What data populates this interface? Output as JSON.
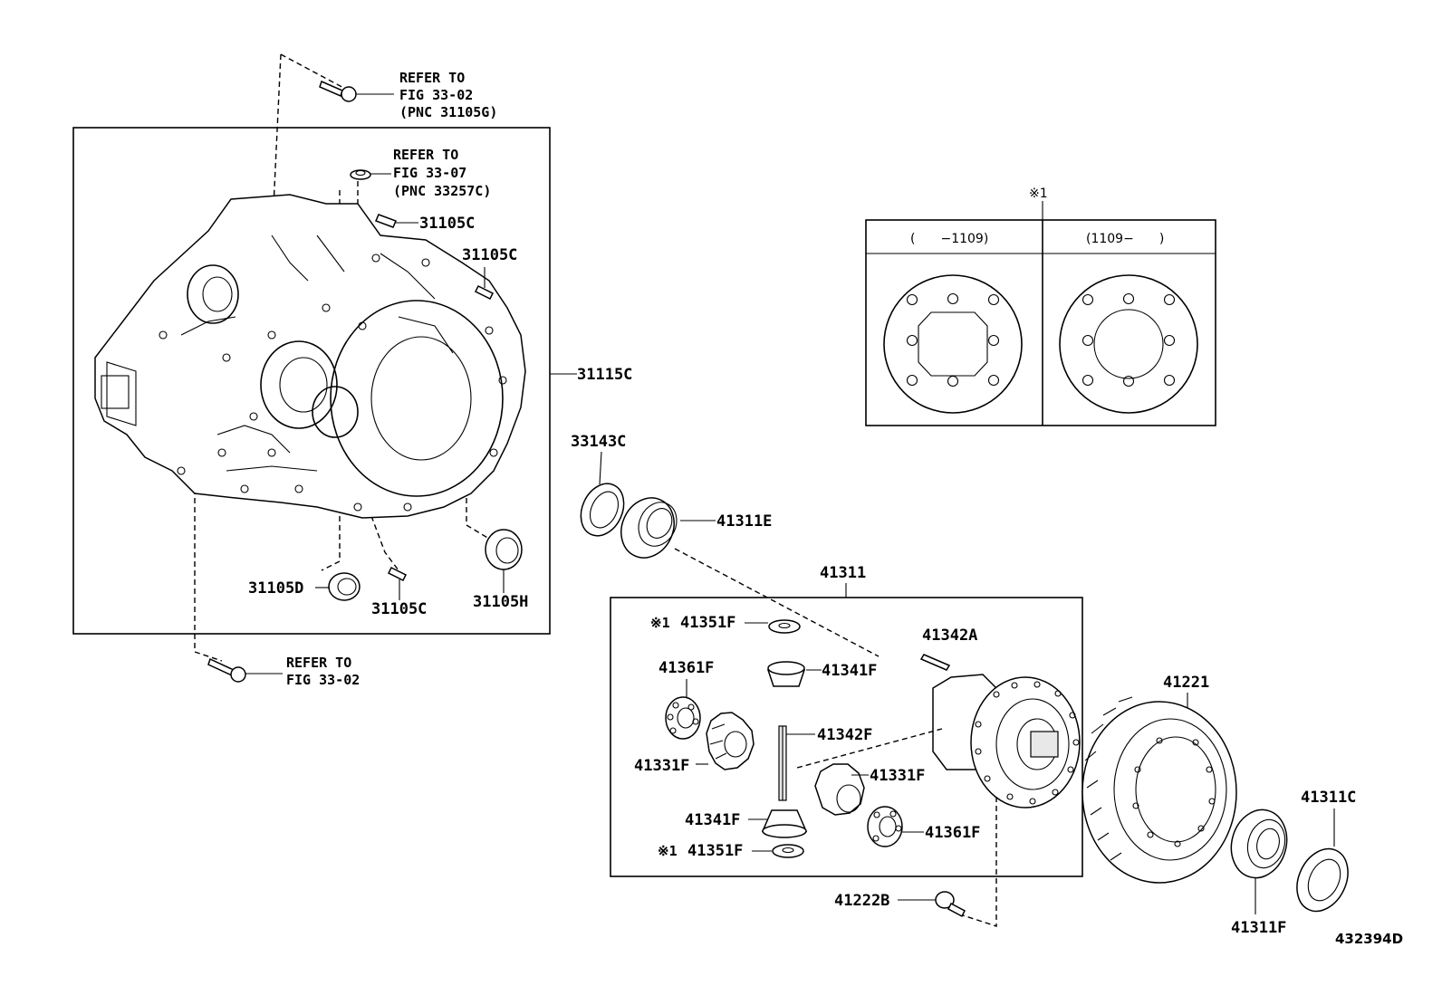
{
  "diagram_id": "432394D",
  "refs": {
    "ref1": [
      "REFER TO",
      "FIG 33-02",
      "(PNC 31105G)"
    ],
    "ref2": [
      "REFER TO",
      "FIG 33-07",
      "(PNC 33257C)"
    ],
    "ref3": [
      "REFER TO",
      "FIG 33-02"
    ]
  },
  "parts": {
    "p31105C_a": "31105C",
    "p31105C_b": "31105C",
    "p31115C": "31115C",
    "p31105D": "31105D",
    "p31105C_c": "31105C",
    "p31105H": "31105H",
    "p33143C": "33143C",
    "p41311E": "41311E",
    "p41311": "41311",
    "p41351F_a": "41351F",
    "p41341F_a": "41341F",
    "p41342A": "41342A",
    "p41361F_a": "41361F",
    "p41342F": "41342F",
    "p41331F_a": "41331F",
    "p41331F_b": "41331F",
    "p41341F_b": "41341F",
    "p41361F_b": "41361F",
    "p41351F_b": "41351F",
    "p41221": "41221",
    "p41311C": "41311C",
    "p41311F": "41311F",
    "p41222B": "41222B"
  },
  "note_mark": "※1",
  "inset": {
    "title": "※1",
    "col_left": "(  −1109)",
    "col_right": "(1109−  )"
  }
}
